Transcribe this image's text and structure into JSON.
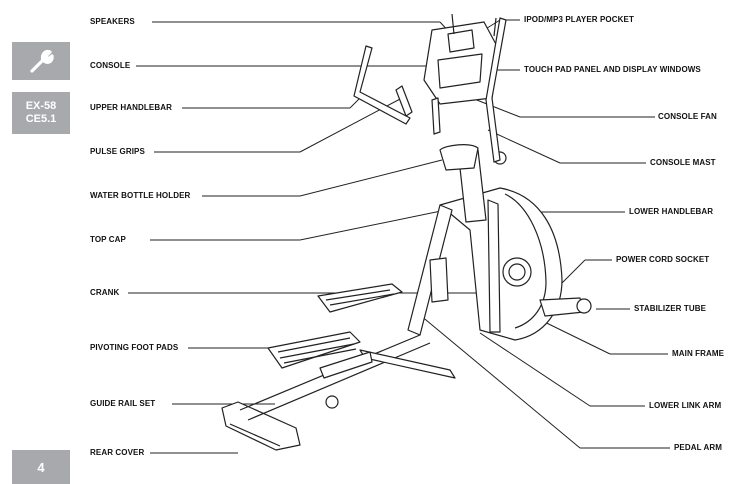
{
  "sidebar": {
    "tool_icon": "wrench-icon",
    "model_line1": "EX-58",
    "model_line2": "CE5.1",
    "page_number": "4"
  },
  "labels": {
    "speakers": "SPEAKERS",
    "console": "CONSOLE",
    "upper_handlebar": "UPPER HANDLEBAR",
    "pulse_grips": "PULSE GRIPS",
    "water_bottle_holder": "WATER BOTTLE HOLDER",
    "top_cap": "TOP CAP",
    "crank": "CRANK",
    "pivoting_foot_pads": "PIVOTING FOOT PADS",
    "guide_rail_set": "GUIDE RAIL SET",
    "rear_cover": "REAR COVER",
    "ipod_pocket": "IPOD/MP3 PLAYER POCKET",
    "touch_pad": "TOUCH PAD PANEL AND DISPLAY WINDOWS",
    "console_fan": "CONSOLE FAN",
    "console_mast": "CONSOLE MAST",
    "lower_handlebar": "LOWER HANDLEBAR",
    "power_cord_socket": "POWER CORD SOCKET",
    "stabilizer_tube": "STABILIZER TUBE",
    "main_frame": "MAIN FRAME",
    "lower_link_arm": "LOWER LINK ARM",
    "pedal_arm": "PEDAL ARM"
  }
}
